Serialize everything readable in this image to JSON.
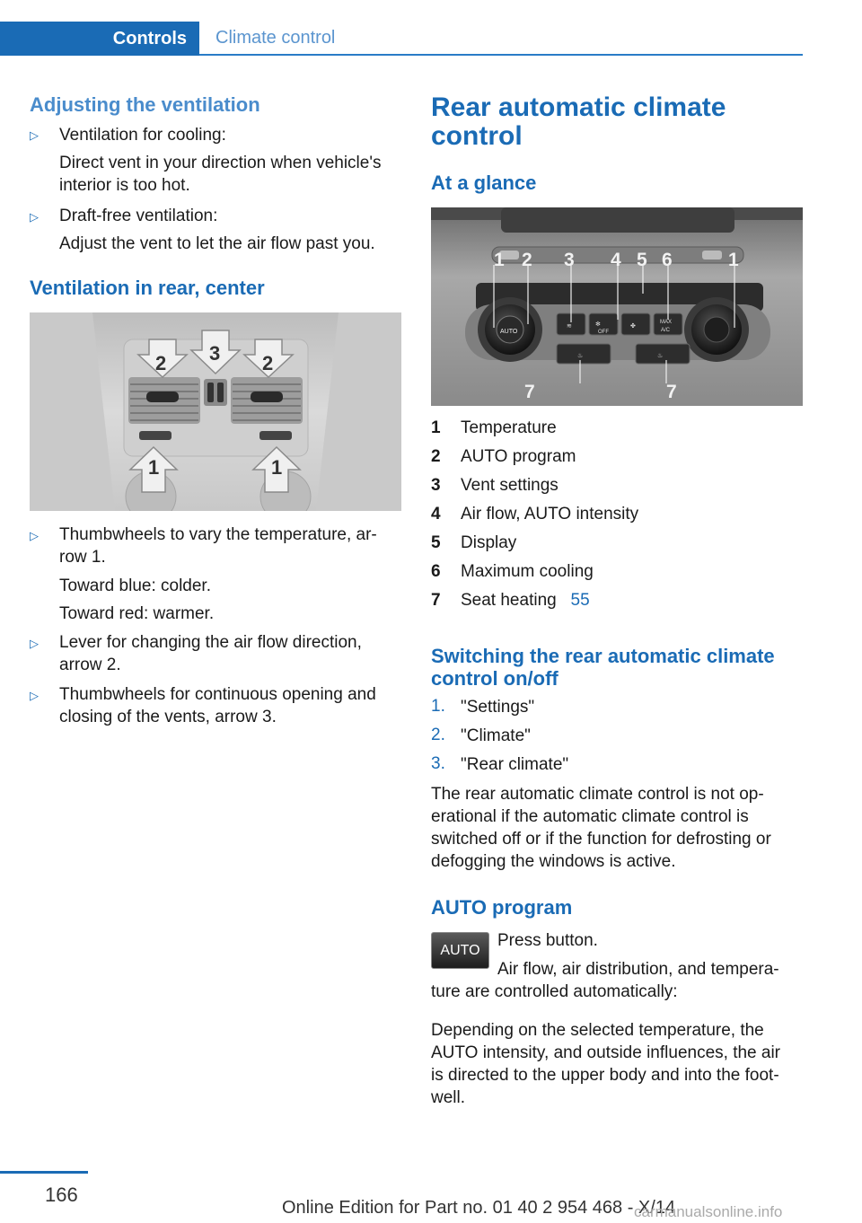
{
  "header": {
    "section": "Controls",
    "chapter": "Climate control"
  },
  "left": {
    "h_adjust": "Adjusting the ventilation",
    "b1_title": "Ventilation for cooling:",
    "b1_body": "Direct vent in your direction when vehicle's interior is too hot.",
    "b2_title": "Draft-free ventilation:",
    "b2_body": "Adjust the vent to let the air flow past you.",
    "h_rear_center": "Ventilation in rear, center",
    "fig_labels": [
      "2",
      "3",
      "2",
      "1",
      "1"
    ],
    "items": [
      {
        "lines": [
          "Thumbwheels to vary the temperature, ar-",
          "row 1."
        ],
        "sub": [
          "Toward blue: colder.",
          "Toward red: warmer."
        ]
      },
      {
        "lines": [
          "Lever for changing the air flow direction,",
          "arrow 2."
        ]
      },
      {
        "lines": [
          "Thumbwheels for continuous opening and",
          "closing of the vents, arrow 3."
        ]
      }
    ]
  },
  "right": {
    "title_line1": "Rear automatic climate",
    "title_line2": "control",
    "h_glance": "At a glance",
    "fig_numbers": [
      "1",
      "2",
      "3",
      "4",
      "5",
      "6",
      "1"
    ],
    "fig_bottom_numbers": [
      "7",
      "7"
    ],
    "btn_auto": "AUTO",
    "btn_off": "OFF",
    "btn_max": "MAX",
    "btn_ac": "A/C",
    "legend": [
      {
        "n": "1",
        "label": "Temperature"
      },
      {
        "n": "2",
        "label": "AUTO program"
      },
      {
        "n": "3",
        "label": "Vent settings"
      },
      {
        "n": "4",
        "label": "Air flow, AUTO intensity"
      },
      {
        "n": "5",
        "label": "Display"
      },
      {
        "n": "6",
        "label": "Maximum cooling"
      },
      {
        "n": "7",
        "label": "Seat heating",
        "ref": "55"
      }
    ],
    "h_switch_1": "Switching the rear automatic climate",
    "h_switch_2": "control on/off",
    "steps": [
      {
        "n": "1.",
        "label": "\"Settings\""
      },
      {
        "n": "2.",
        "label": "\"Climate\""
      },
      {
        "n": "3.",
        "label": "\"Rear climate\""
      }
    ],
    "note_lines": [
      "The rear automatic climate control is not op-",
      "erational if the automatic climate control is",
      "switched off or if the function for defrosting or",
      "defogging the windows is active."
    ],
    "h_auto": "AUTO program",
    "auto_icon_label": "AUTO",
    "auto_press": "Press button.",
    "auto_desc_1": "Air flow, air distribution, and tempera-",
    "auto_desc_2": "ture are controlled automatically:",
    "auto_para": [
      "Depending on the selected temperature, the",
      "AUTO intensity, and outside influences, the air",
      "is directed to the upper body and into the foot-",
      "well."
    ]
  },
  "footer": {
    "page": "166",
    "edition": "Online Edition for Part no. 01 40 2 954 468 - X/14",
    "watermark": "carmanualsonline.info"
  }
}
